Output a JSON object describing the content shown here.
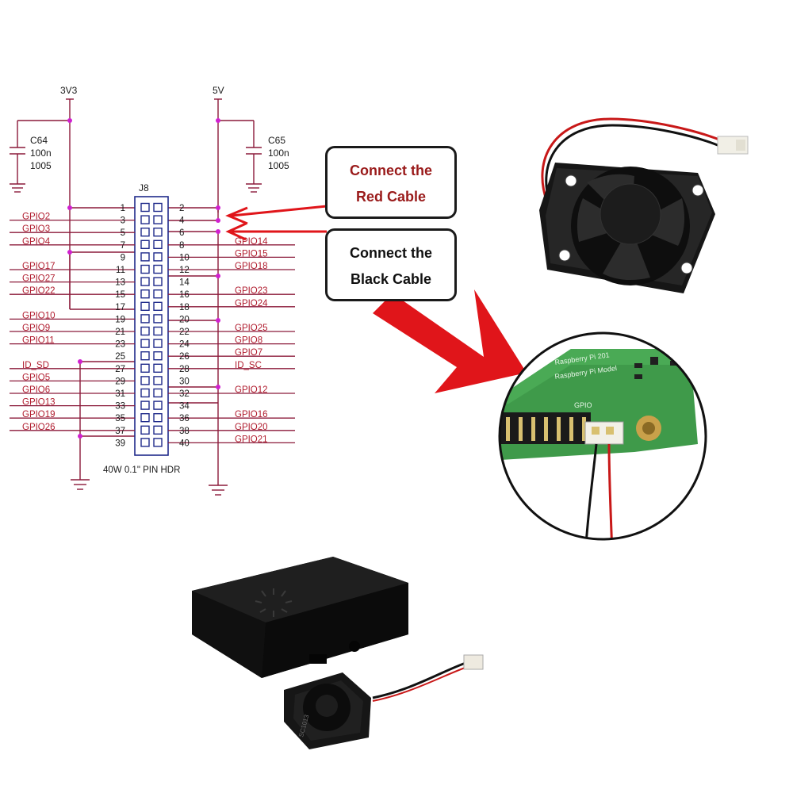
{
  "schematic": {
    "rail_3v3": "3V3",
    "rail_5v": "5V",
    "cap_left": {
      "ref": "C64",
      "value": "100n",
      "package": "1005"
    },
    "cap_right": {
      "ref": "C65",
      "value": "100n",
      "package": "1005"
    },
    "header_ref": "J8",
    "header_caption": "40W 0.1\" PIN HDR",
    "left_pins": [
      {
        "num": "1",
        "label": ""
      },
      {
        "num": "3",
        "label": "GPIO2"
      },
      {
        "num": "5",
        "label": "GPIO3"
      },
      {
        "num": "7",
        "label": "GPIO4"
      },
      {
        "num": "9",
        "label": ""
      },
      {
        "num": "11",
        "label": "GPIO17"
      },
      {
        "num": "13",
        "label": "GPIO27"
      },
      {
        "num": "15",
        "label": "GPIO22"
      },
      {
        "num": "17",
        "label": ""
      },
      {
        "num": "19",
        "label": "GPIO10"
      },
      {
        "num": "21",
        "label": "GPIO9"
      },
      {
        "num": "23",
        "label": "GPIO11"
      },
      {
        "num": "25",
        "label": ""
      },
      {
        "num": "27",
        "label": "ID_SD"
      },
      {
        "num": "29",
        "label": "GPIO5"
      },
      {
        "num": "31",
        "label": "GPIO6"
      },
      {
        "num": "33",
        "label": "GPIO13"
      },
      {
        "num": "35",
        "label": "GPIO19"
      },
      {
        "num": "37",
        "label": "GPIO26"
      },
      {
        "num": "39",
        "label": ""
      }
    ],
    "right_pins": [
      {
        "num": "2",
        "label": ""
      },
      {
        "num": "4",
        "label": ""
      },
      {
        "num": "6",
        "label": ""
      },
      {
        "num": "8",
        "label": "GPIO14"
      },
      {
        "num": "10",
        "label": "GPIO15"
      },
      {
        "num": "12",
        "label": "GPIO18"
      },
      {
        "num": "14",
        "label": ""
      },
      {
        "num": "16",
        "label": "GPIO23"
      },
      {
        "num": "18",
        "label": "GPIO24"
      },
      {
        "num": "20",
        "label": ""
      },
      {
        "num": "22",
        "label": "GPIO25"
      },
      {
        "num": "24",
        "label": "GPIO8"
      },
      {
        "num": "26",
        "label": "GPIO7"
      },
      {
        "num": "28",
        "label": "ID_SC"
      },
      {
        "num": "30",
        "label": ""
      },
      {
        "num": "32",
        "label": "GPIO12"
      },
      {
        "num": "34",
        "label": ""
      },
      {
        "num": "36",
        "label": "GPIO16"
      },
      {
        "num": "38",
        "label": "GPIO20"
      },
      {
        "num": "40",
        "label": "GPIO21"
      }
    ]
  },
  "callouts": {
    "red": {
      "line1": "Connect the",
      "line2": "Red Cable"
    },
    "black": {
      "line1": "Connect the",
      "line2": "Black Cable"
    }
  },
  "photo_labels": {
    "board_silk_1": "Raspberry Pi 201",
    "board_silk_2": "Raspberry Pi Model",
    "gpio_silk": "GPIO",
    "fan_label": "SC1013"
  },
  "colors": {
    "schematic_line": "#8b1a3a",
    "pin_label": "#b01c2e",
    "junction": "#d020d0",
    "callout_red_text": "#9a1b1b",
    "arrow_red": "#e0151a",
    "pcb_green": "#3f9a4a",
    "case_black": "#141414"
  }
}
